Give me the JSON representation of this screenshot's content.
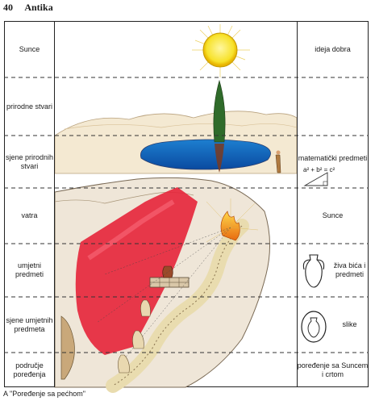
{
  "header": {
    "page_number": "40",
    "title": "Antika"
  },
  "left_labels": [
    "Sunce",
    "prirodne stvari",
    "sjene prirodnih stvari",
    "vatra",
    "umjetni predmeti",
    "sjene umjetnih predmeta",
    "područje poređenja"
  ],
  "right_labels": [
    "ideja dobra",
    "",
    "matematički predmeti",
    "Sunce",
    "živa bića i predmeti",
    "slike",
    "poređenje sa Suncem i crtom"
  ],
  "formula": "a² + b² = c²",
  "caption": "A  \"Poređenje sa pećhom\""
}
